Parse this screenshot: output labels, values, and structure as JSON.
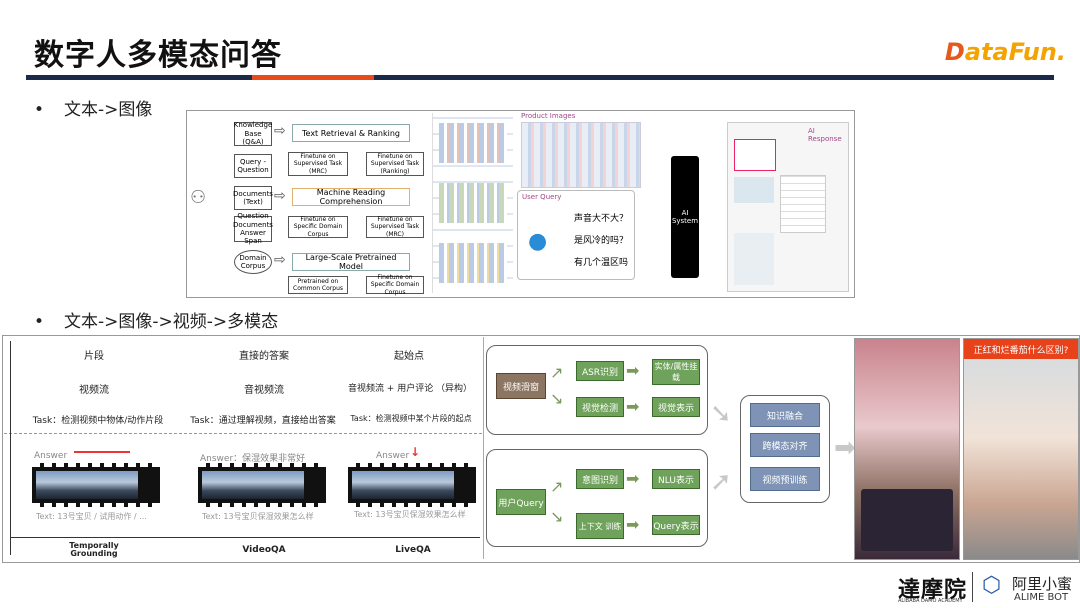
{
  "header": {
    "title": "数字人多模态问答",
    "logo_prefix": "D",
    "logo_text": "ataFun."
  },
  "bullets": {
    "b1": "文本->图像",
    "b2": "文本->图像->视频->多模态",
    "dot": "•"
  },
  "left_diagram": {
    "sources": [
      "Knowledge Base (Q&A)",
      "Query - Question",
      "Documents (Text)",
      "Question Documents Answer Span",
      "Domain Corpus"
    ],
    "tasks": [
      "Text Retrieval & Ranking",
      "Machine Reading Comprehension",
      "Large-Scale Pretrained Model"
    ],
    "finetune": [
      "Finetune on Supervised Task (MRC)",
      "Finetune on Supervised Task (Ranking)",
      "Finetune on Specific Domain Corpus",
      "Finetune on Supervised Task (MRC)",
      "Pretrained on Common Corpus",
      "Finetune on Specific Domain Corpus"
    ]
  },
  "right_diagram": {
    "product_images": "Product Images",
    "user_query": "User Query",
    "queries": [
      "声音大不大？",
      "是风冷的吗？",
      "有几个温区吗"
    ],
    "ai_system": "AI System",
    "ai_response": "AI Response"
  },
  "video_table": {
    "columns": [
      {
        "r1": "片段",
        "r2": "视频流",
        "task": "Task：检测视频中物体/动作片段",
        "answer": "Answer",
        "text": "Text: 13号宝贝 / 试用动作 / ...",
        "name": "Temporally Grounding"
      },
      {
        "r1": "直接的答案",
        "r2": "音视频流",
        "task": "Task：通过理解视频，直接给出答案",
        "answer": "Answer：保湿效果非常好",
        "text": "Text: 13号宝贝保湿效果怎么样",
        "name": "VideoQA"
      },
      {
        "r1": "起始点",
        "r2": "音视频流 + 用户评论 （异构）",
        "task": "Task：检测视频中某个片段的起点",
        "answer": "Answer",
        "text": "Text: 13号宝贝保湿效果怎么样",
        "name": "LiveQA"
      }
    ]
  },
  "pipeline": {
    "video_in": "视频滑窗",
    "asr": "ASR识别",
    "entity": "实体/属性挂载",
    "visual_detect": "视觉检测",
    "visual_repr": "视觉表示",
    "user_query": "用户Query",
    "intent": "意图识别",
    "nlu": "NLU表示",
    "context": "上下文 训练",
    "query_repr": "Query表示",
    "fuse": [
      "知识融合",
      "跨模态对齐",
      "视频预训练"
    ]
  },
  "phone_right": {
    "caption": "正红和烂番茄什么区别?"
  },
  "footer": {
    "damo": "達摩院",
    "damo_sub": "ALIBABA DAMO ACADEMY",
    "ali": "阿里小蜜",
    "ali_en": "ALIME BOT"
  },
  "colors": {
    "accent": "#e84a1b",
    "logo": "#f4a300",
    "green": "#6fa25a",
    "blue": "#7e93b5"
  }
}
